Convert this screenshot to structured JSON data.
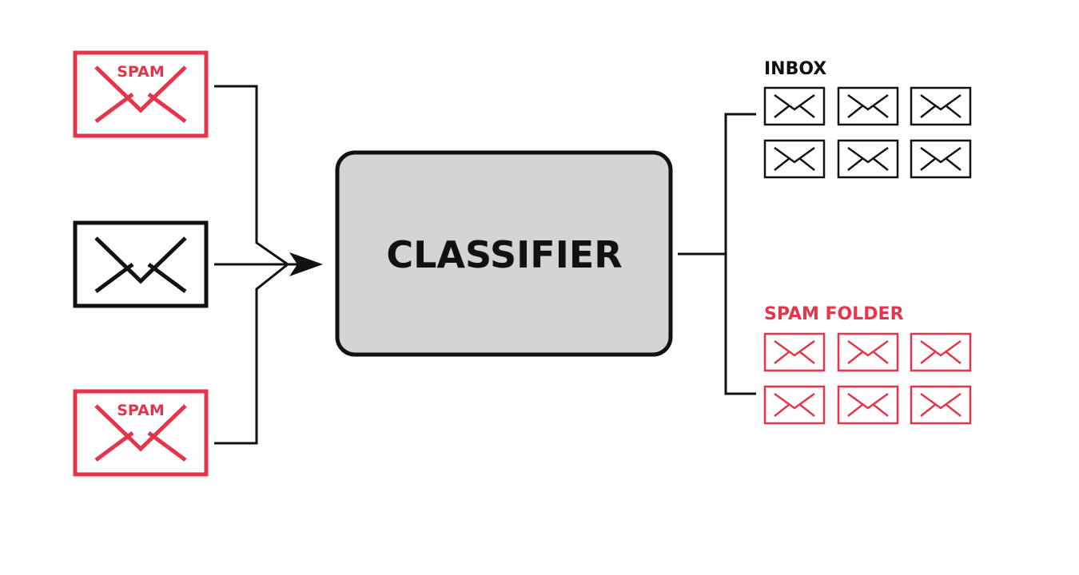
{
  "colors": {
    "spam": "#e5354a",
    "ham": "#111111",
    "classifier_fill": "#d4d4d4",
    "background": "#ffffff"
  },
  "inputs": [
    {
      "kind": "spam",
      "badge": "SPAM",
      "icon": "envelope-icon"
    },
    {
      "kind": "ham",
      "badge": "",
      "icon": "envelope-icon"
    },
    {
      "kind": "spam",
      "badge": "SPAM",
      "icon": "envelope-icon"
    }
  ],
  "classifier": {
    "label": "CLASSIFIER"
  },
  "outputs": {
    "inbox": {
      "label": "INBOX",
      "count": 6
    },
    "spam_folder": {
      "label": "SPAM FOLDER",
      "count": 6
    }
  }
}
